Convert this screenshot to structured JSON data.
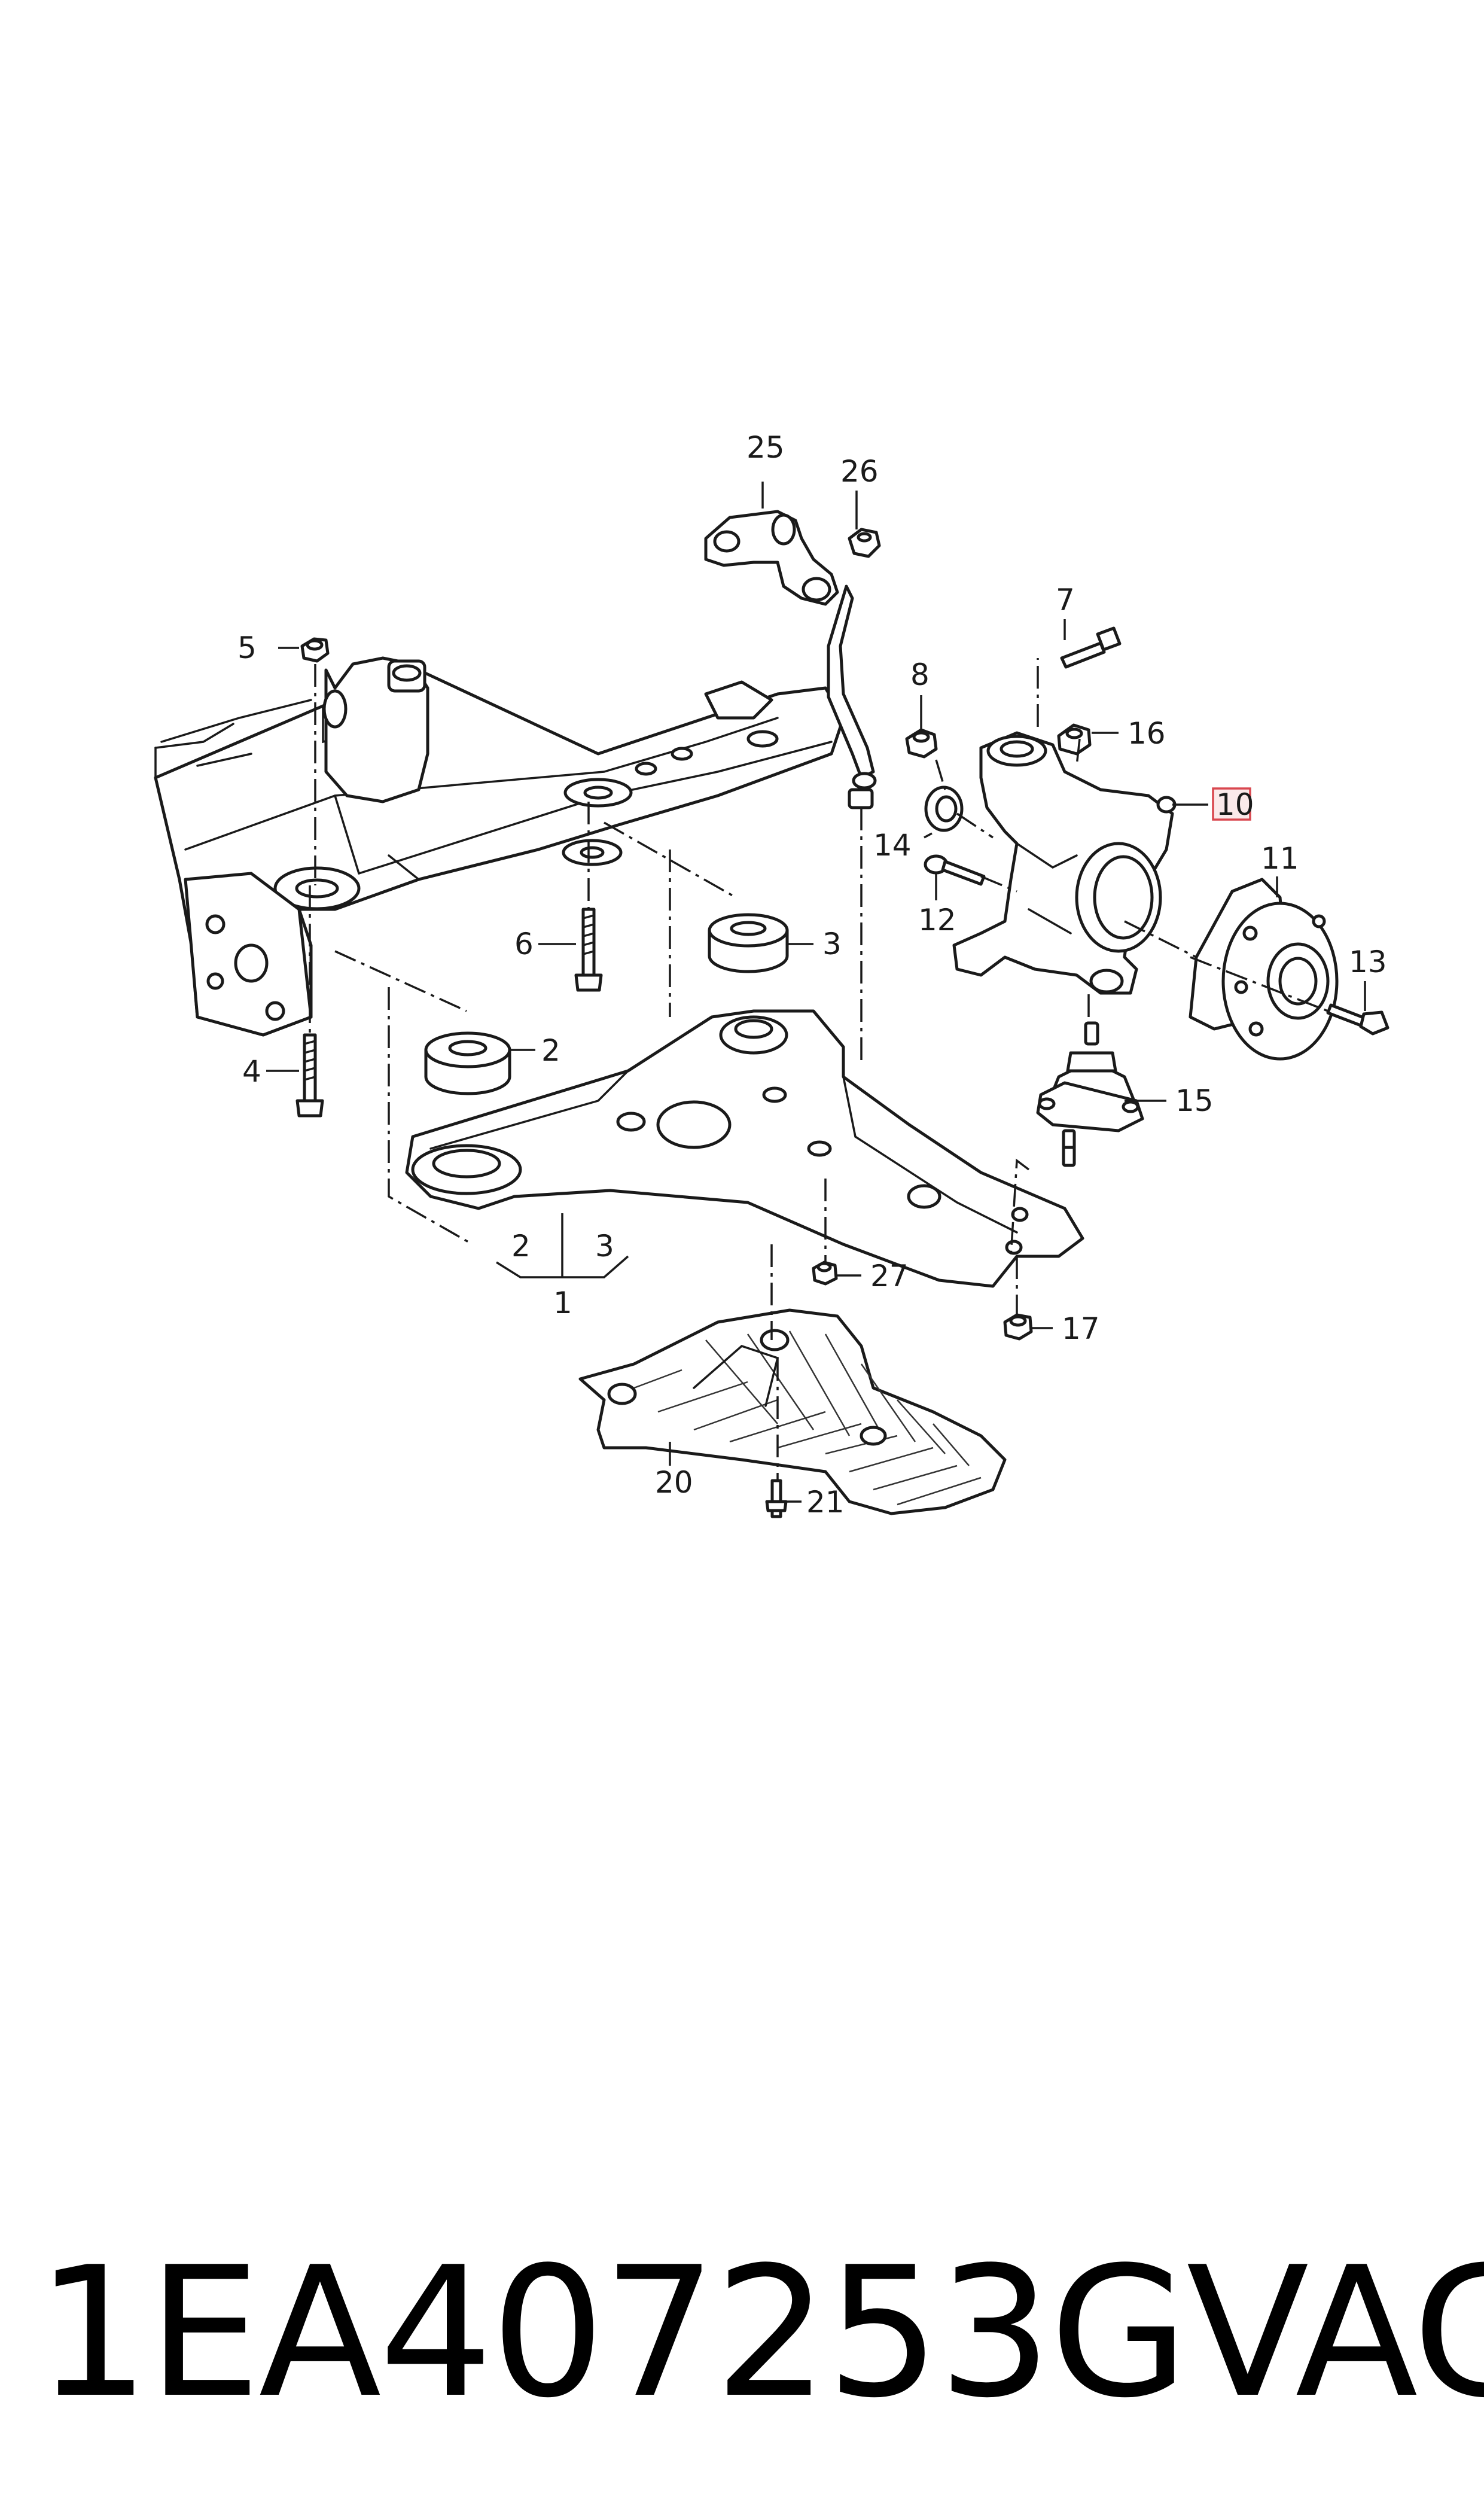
{
  "callouts": {
    "c1": "1",
    "c2": "2",
    "c3": "3",
    "c4": "4",
    "c5": "5",
    "c6": "6",
    "c7": "7",
    "c8": "8",
    "c10": "10",
    "c11": "11",
    "c12": "12",
    "c13": "13",
    "c14": "14",
    "c15": "15",
    "c16": "16",
    "c17": "17",
    "c20": "20",
    "c21": "21",
    "c25": "25",
    "c26": "26",
    "c27": "27",
    "group_2": "2",
    "group_3": "3"
  },
  "highlighted_callout": "10",
  "highlight_color": "#d9474f",
  "footer": {
    "part_number": "1EA407253G",
    "brand": "VAG"
  }
}
